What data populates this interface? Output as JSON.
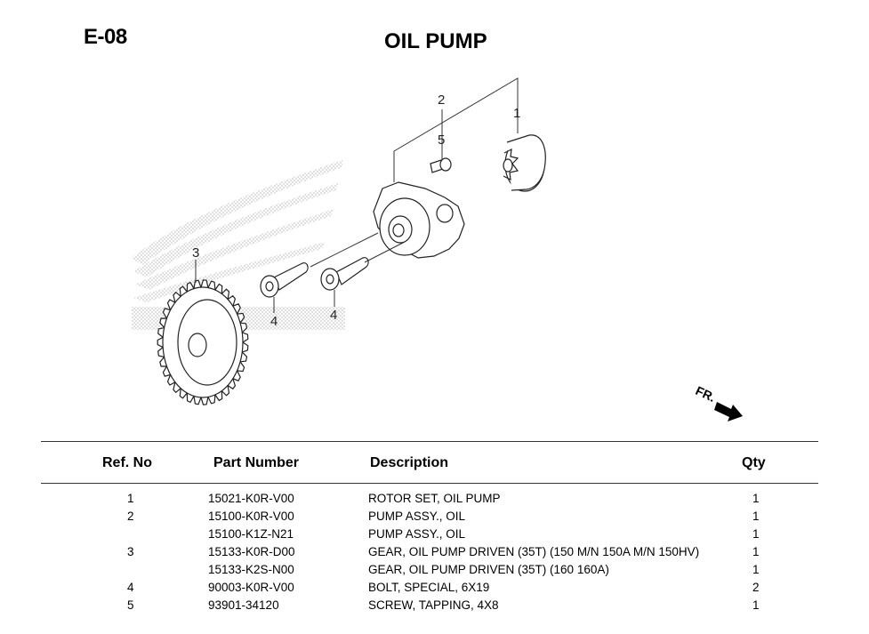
{
  "page": {
    "section_code": "E-08",
    "title": "OIL PUMP"
  },
  "diagram": {
    "callouts": [
      "1",
      "2",
      "3",
      "4",
      "4",
      "5"
    ],
    "direction_label": "FR.",
    "parts": [
      {
        "ref": "1",
        "name": "rotor-set"
      },
      {
        "ref": "2",
        "name": "pump-assy"
      },
      {
        "ref": "3",
        "name": "driven-gear"
      },
      {
        "ref": "4",
        "name": "bolt"
      },
      {
        "ref": "5",
        "name": "screw"
      }
    ]
  },
  "table": {
    "headers": {
      "ref": "Ref. No",
      "part": "Part Number",
      "desc": "Description",
      "qty": "Qty"
    },
    "rows": [
      {
        "ref": "1",
        "part": "15021-K0R-V00",
        "desc": "ROTOR SET, OIL PUMP",
        "qty": "1"
      },
      {
        "ref": "2",
        "part": "15100-K0R-V00",
        "desc": "PUMP ASSY., OIL",
        "qty": "1"
      },
      {
        "ref": "",
        "part": "15100-K1Z-N21",
        "desc": "PUMP ASSY., OIL",
        "qty": "1"
      },
      {
        "ref": "3",
        "part": "15133-K0R-D00",
        "desc": "GEAR, OIL PUMP DRIVEN (35T) (150 M/N 150A M/N 150HV)",
        "qty": "1"
      },
      {
        "ref": "",
        "part": "15133-K2S-N00",
        "desc": "GEAR, OIL PUMP DRIVEN (35T) (160 160A)",
        "qty": "1"
      },
      {
        "ref": "4",
        "part": "90003-K0R-V00",
        "desc": "BOLT, SPECIAL, 6X19",
        "qty": "2"
      },
      {
        "ref": "5",
        "part": "93901-34120",
        "desc": "SCREW, TAPPING, 4X8",
        "qty": "1"
      }
    ]
  }
}
